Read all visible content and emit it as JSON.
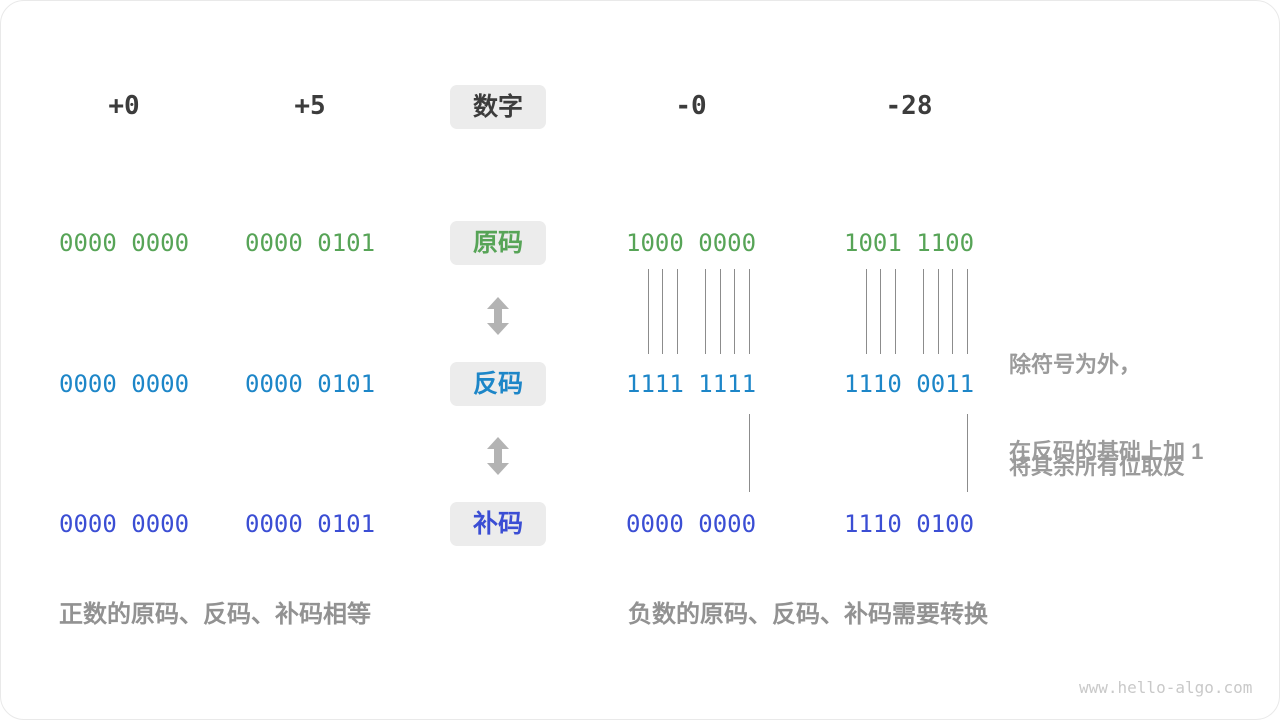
{
  "labels": {
    "number": "数字",
    "sign_magnitude": "原码",
    "ones_complement": "反码",
    "twos_complement": "补码"
  },
  "columns": [
    {
      "header": "+0",
      "sign": "0000 0000",
      "ones": "0000 0000",
      "twos": "0000 0000"
    },
    {
      "header": "+5",
      "sign": "0000 0101",
      "ones": "0000 0101",
      "twos": "0000 0101"
    },
    {
      "header": "-0",
      "sign": "1000 0000",
      "ones": "1111 1111",
      "twos": "0000 0000"
    },
    {
      "header": "-28",
      "sign": "1001 1100",
      "ones": "1110 0011",
      "twos": "1110 0100"
    }
  ],
  "annotations": {
    "invert_line1": "除符号为外，",
    "invert_line2": "将其余所有位取反",
    "add_one": "在反码的基础上加 1"
  },
  "captions": {
    "positive": "正数的原码、反码、补码相等",
    "negative": "负数的原码、反码、补码需要转换"
  },
  "watermark": "www.hello-algo.com",
  "colors": {
    "sign_magnitude_green": "#57a457",
    "ones_complement_blue": "#1d86c8",
    "twos_complement_indigo": "#3b4ed4",
    "label_box_bg": "#ececec",
    "header_text": "#3c3c3c",
    "annotation_gray": "#9b9b9b",
    "tick_line_gray": "#8c8c8c",
    "arrow_gray": "#b3b3b3",
    "watermark_gray": "#c9c9c9"
  }
}
